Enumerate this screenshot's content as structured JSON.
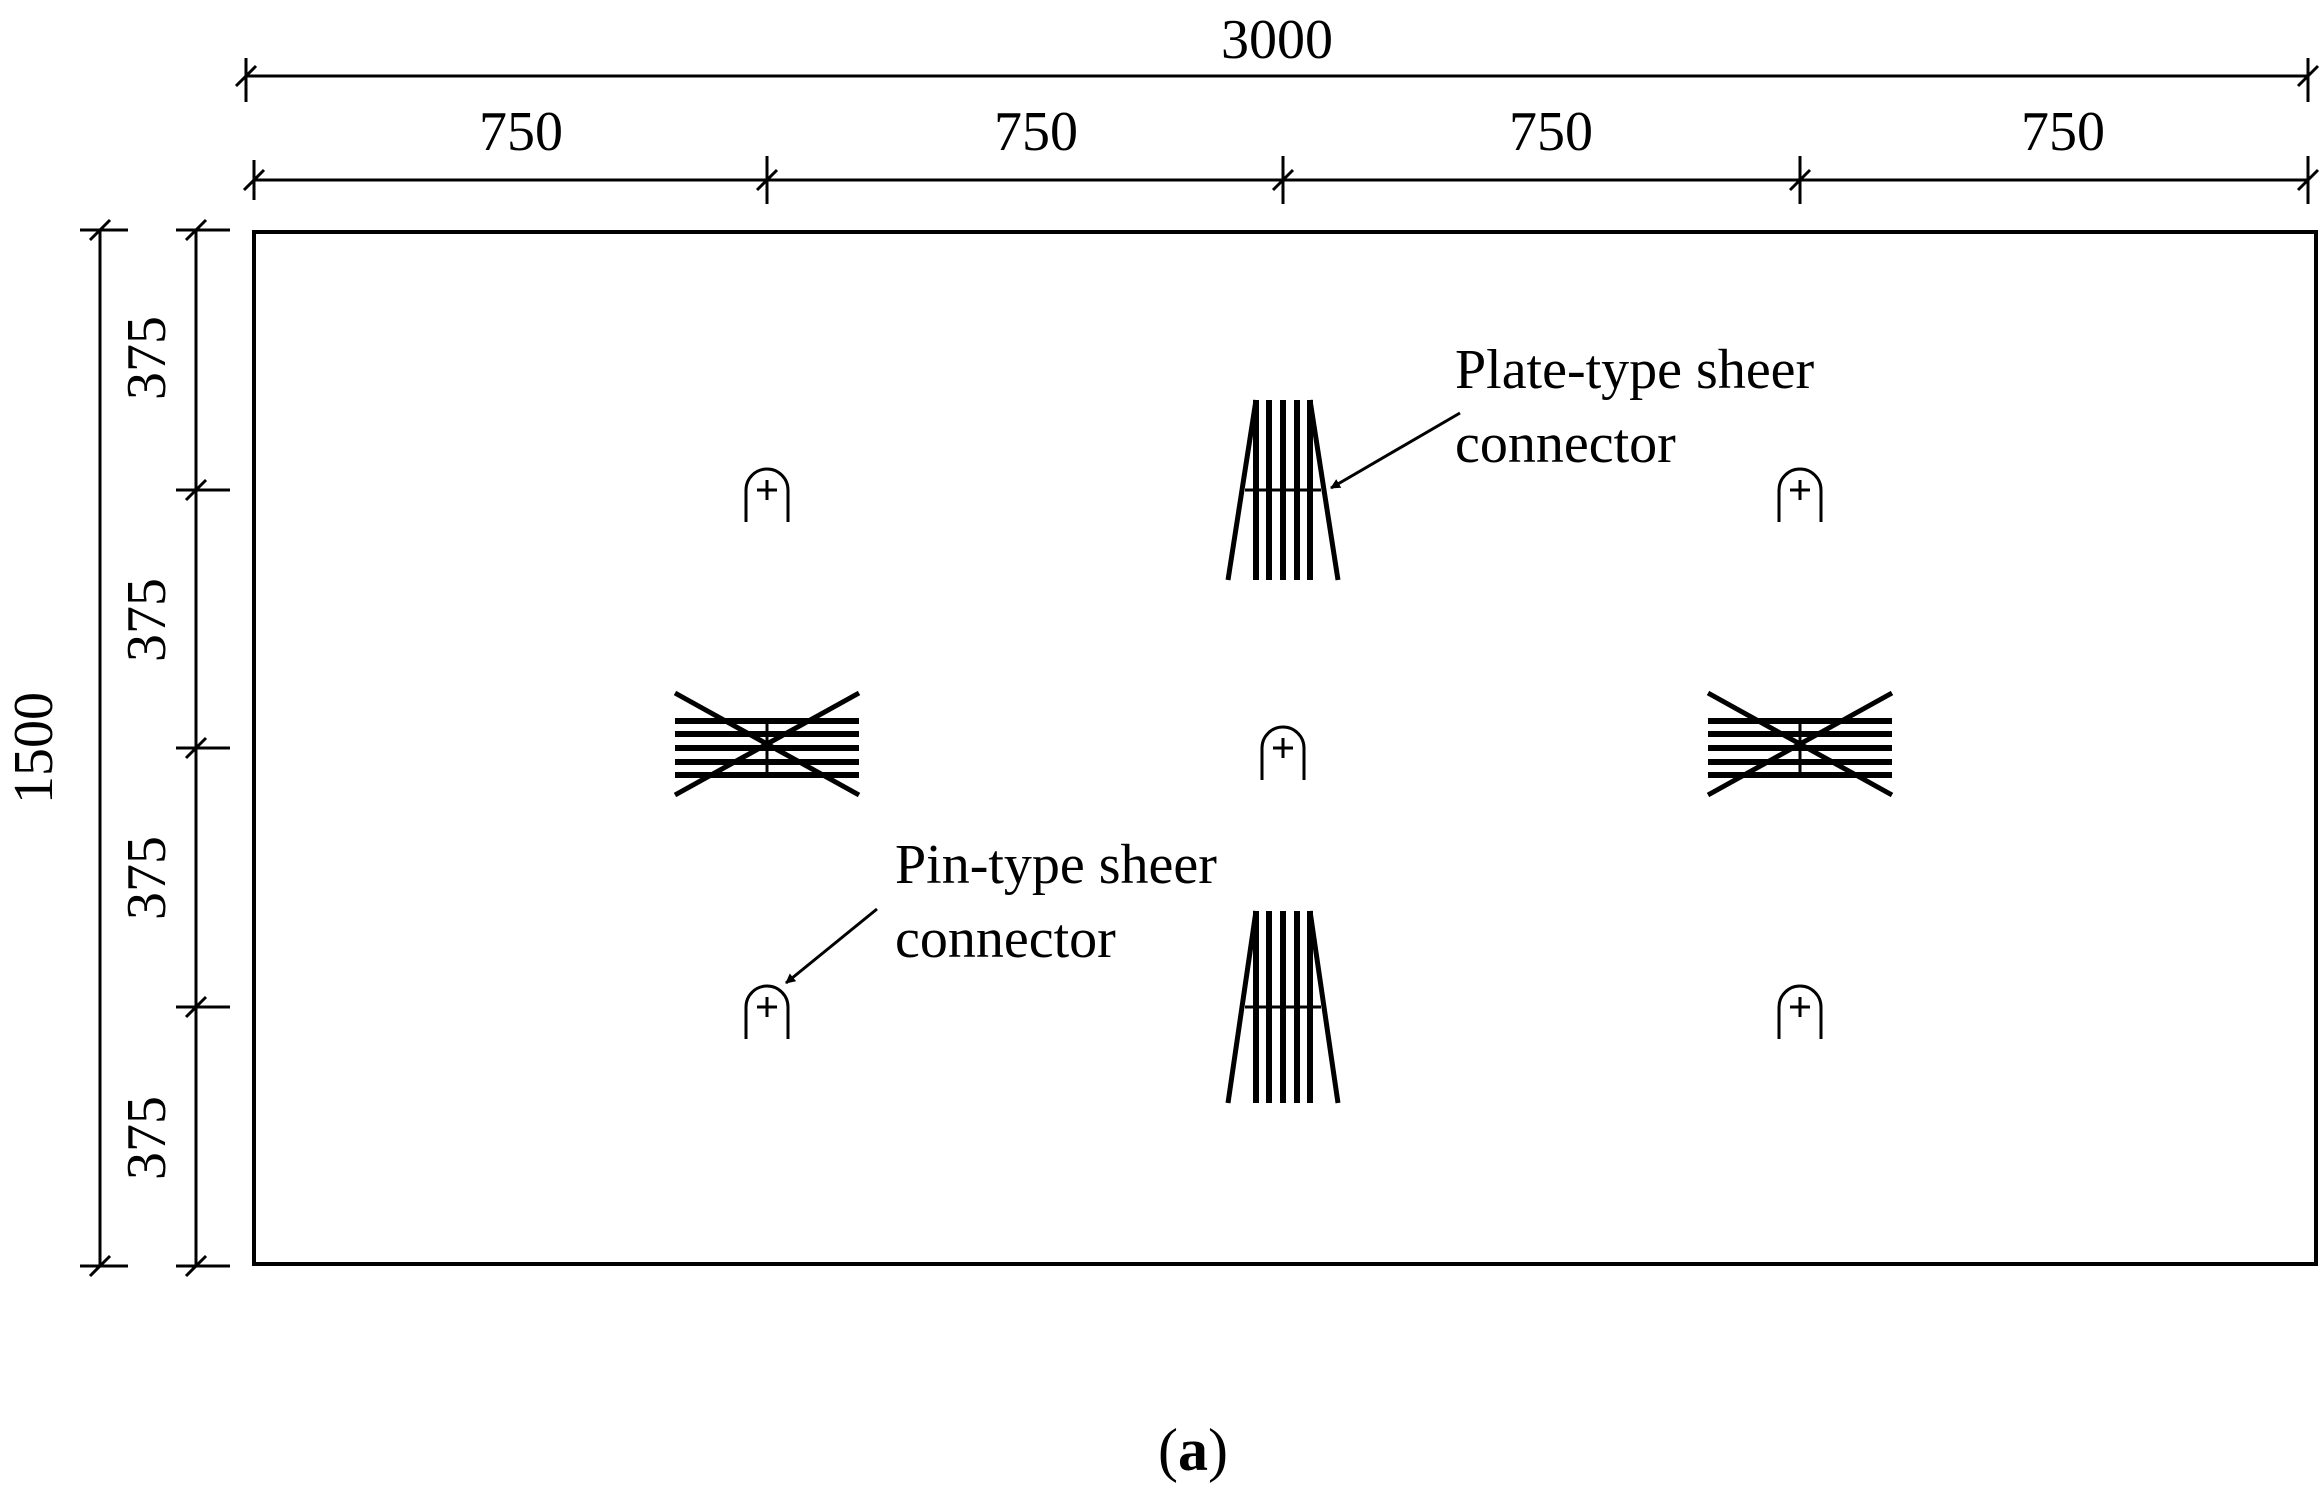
{
  "dimensions": {
    "overall_width": "3000",
    "segment_widths": [
      "750",
      "750",
      "750",
      "750"
    ],
    "overall_height": "1500",
    "segment_heights": [
      "375",
      "375",
      "375",
      "375"
    ]
  },
  "annotations": {
    "plate_type": [
      "Plate-type sheer",
      "connector"
    ],
    "pin_type": [
      "Pin-type sheer",
      "connector"
    ]
  },
  "caption": {
    "open": "(",
    "letter": "a",
    "close": ")"
  }
}
